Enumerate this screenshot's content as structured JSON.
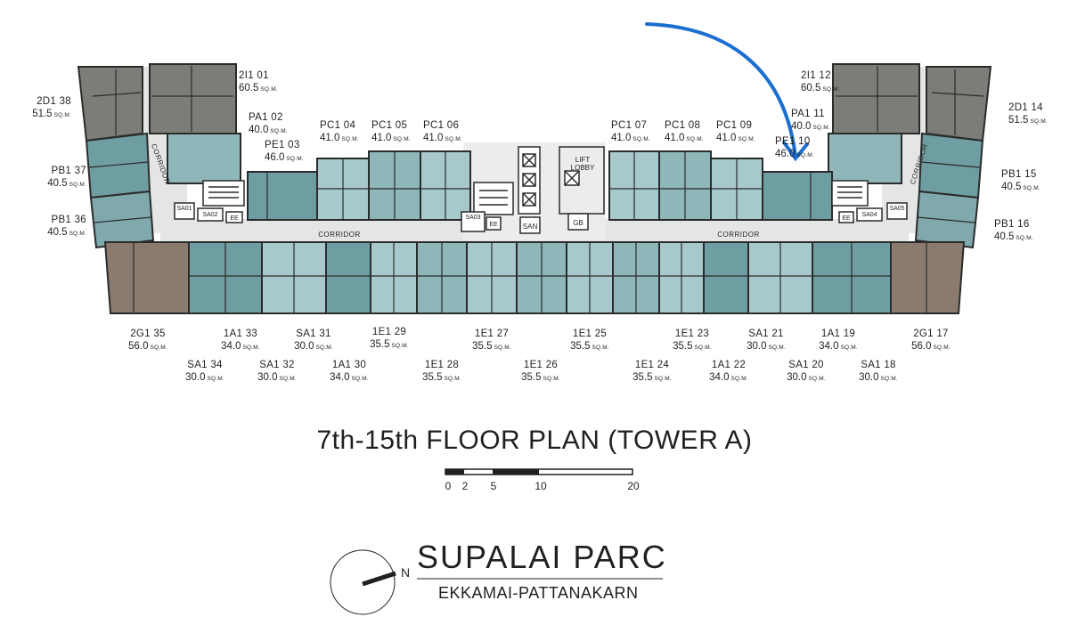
{
  "title": "7th-15th FLOOR PLAN (TOWER A)",
  "brand": {
    "name": "SUPALAI PARC",
    "location": "EKKAMAI-PATTANAKARN"
  },
  "north_label": "N",
  "scale_bar": {
    "ticks": [
      "0",
      "2",
      "5",
      "10",
      "20"
    ]
  },
  "area_unit": "SQ.M.",
  "room_labels": {
    "corridor": "CORRIDOR",
    "lift_lobby": [
      "LIFT",
      "LOBBY"
    ],
    "san": "SAN",
    "gb": "GB",
    "ee": "EE",
    "service_areas": [
      "SA01",
      "SA02",
      "SA03",
      "SA04",
      "SA05"
    ]
  },
  "annotation": {
    "type": "arrow",
    "points_to": "PE1 10",
    "color": "#1b6fd1"
  },
  "colors": {
    "grey_unit": "#7c7c78",
    "brown_unit": "#8a7b6e",
    "teal_dark": "#5f8f94",
    "teal_mid": "#7fa9ad",
    "teal_light": "#a8c9cb",
    "wall": "#2b2b2b",
    "corridor": "#e3e6e5"
  },
  "units": [
    {
      "id": "u2D138",
      "code": "2D1 38",
      "area": "51.5"
    },
    {
      "id": "u2I101",
      "code": "2I1 01",
      "area": "60.5"
    },
    {
      "id": "uPA102",
      "code": "PA1 02",
      "area": "40.0"
    },
    {
      "id": "uPE103",
      "code": "PE1 03",
      "area": "46.0"
    },
    {
      "id": "uPC104",
      "code": "PC1 04",
      "area": "41.0"
    },
    {
      "id": "uPC105",
      "code": "PC1 05",
      "area": "41.0"
    },
    {
      "id": "uPC106",
      "code": "PC1 06",
      "area": "41.0"
    },
    {
      "id": "uPC107",
      "code": "PC1 07",
      "area": "41.0"
    },
    {
      "id": "uPC108",
      "code": "PC1 08",
      "area": "41.0"
    },
    {
      "id": "uPC109",
      "code": "PC1 09",
      "area": "41.0"
    },
    {
      "id": "uPE110",
      "code": "PE1 10",
      "area": "46.0"
    },
    {
      "id": "uPA111",
      "code": "PA1 11",
      "area": "40.0"
    },
    {
      "id": "u2I112",
      "code": "2I1 12",
      "area": "60.5"
    },
    {
      "id": "u2D114",
      "code": "2D1 14",
      "area": "51.5"
    },
    {
      "id": "uPB137",
      "code": "PB1 37",
      "area": "40.5"
    },
    {
      "id": "uPB136",
      "code": "PB1 36",
      "area": "40.5"
    },
    {
      "id": "uPB115",
      "code": "PB1 15",
      "area": "40.5"
    },
    {
      "id": "uPB116",
      "code": "PB1 16",
      "area": "40.5"
    },
    {
      "id": "u2G135",
      "code": "2G1 35",
      "area": "56.0"
    },
    {
      "id": "u1A133",
      "code": "1A1 33",
      "area": "34.0"
    },
    {
      "id": "uSA131",
      "code": "SA1 31",
      "area": "30.0"
    },
    {
      "id": "u1E129",
      "code": "1E1 29",
      "area": "35.5"
    },
    {
      "id": "u1E127",
      "code": "1E1 27",
      "area": "35.5"
    },
    {
      "id": "u1E125",
      "code": "1E1 25",
      "area": "35.5"
    },
    {
      "id": "u1E123",
      "code": "1E1 23",
      "area": "35.5"
    },
    {
      "id": "uSA121",
      "code": "SA1 21",
      "area": "30.0"
    },
    {
      "id": "u1A119",
      "code": "1A1 19",
      "area": "34.0"
    },
    {
      "id": "u2G117",
      "code": "2G1 17",
      "area": "56.0"
    },
    {
      "id": "uSA134",
      "code": "SA1 34",
      "area": "30.0"
    },
    {
      "id": "uSA132",
      "code": "SA1 32",
      "area": "30.0"
    },
    {
      "id": "u1A130",
      "code": "1A1 30",
      "area": "34.0"
    },
    {
      "id": "u1E128",
      "code": "1E1 28",
      "area": "35.5"
    },
    {
      "id": "u1E126",
      "code": "1E1 26",
      "area": "35.5"
    },
    {
      "id": "u1E124",
      "code": "1E1 24",
      "area": "35.5"
    },
    {
      "id": "u1A122",
      "code": "1A1 22",
      "area": "34.0"
    },
    {
      "id": "uSA120",
      "code": "SA1 20",
      "area": "30.0"
    },
    {
      "id": "uSA118",
      "code": "SA1 18",
      "area": "30.0"
    }
  ]
}
